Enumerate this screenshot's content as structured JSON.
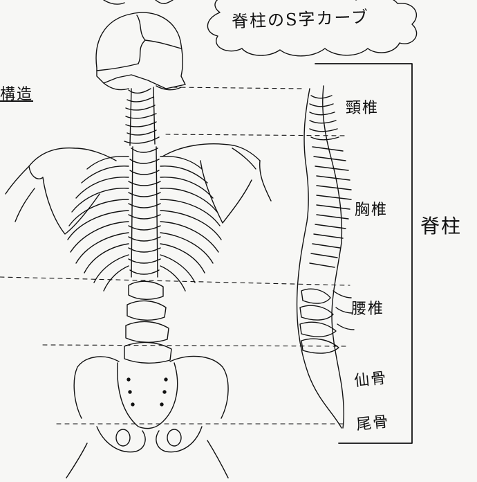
{
  "diagram": {
    "title": "脊柱のS字カーブ",
    "left_fragment": "構造",
    "segments": {
      "cervical": "頸椎",
      "thoracic": "胸椎",
      "lumbar": "腰椎",
      "sacrum": "仙骨",
      "coccyx": "尾骨"
    },
    "bracket_label": "脊柱"
  }
}
